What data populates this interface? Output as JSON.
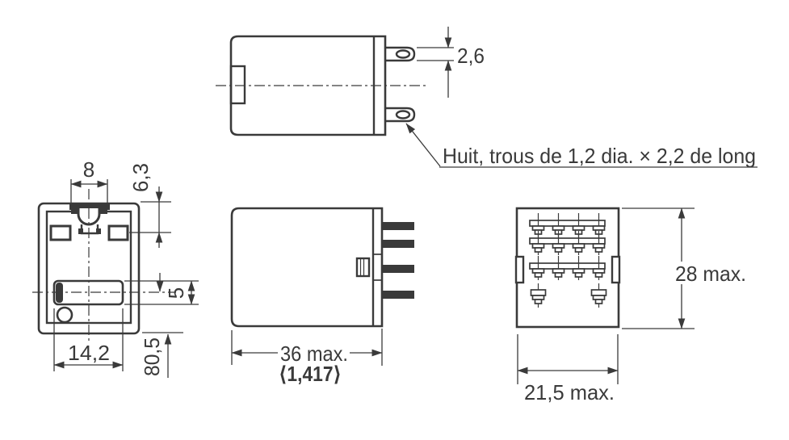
{
  "colors": {
    "ink": "#3a3a3a",
    "background": "#ffffff"
  },
  "labels": {
    "holes_note": "Huit, trous de 1,2 dia. × 2,2 de long",
    "terminal_thickness": "2,6",
    "latch_width": "8",
    "latch_depth": "6,3",
    "slot_height": "5",
    "slot_width": "14,2",
    "vertical_pitch": "80,5",
    "body_width": "36 max.",
    "body_width_inches": "⟨1,417⟩",
    "body_height": "28 max.",
    "body_depth": "21,5 max."
  }
}
